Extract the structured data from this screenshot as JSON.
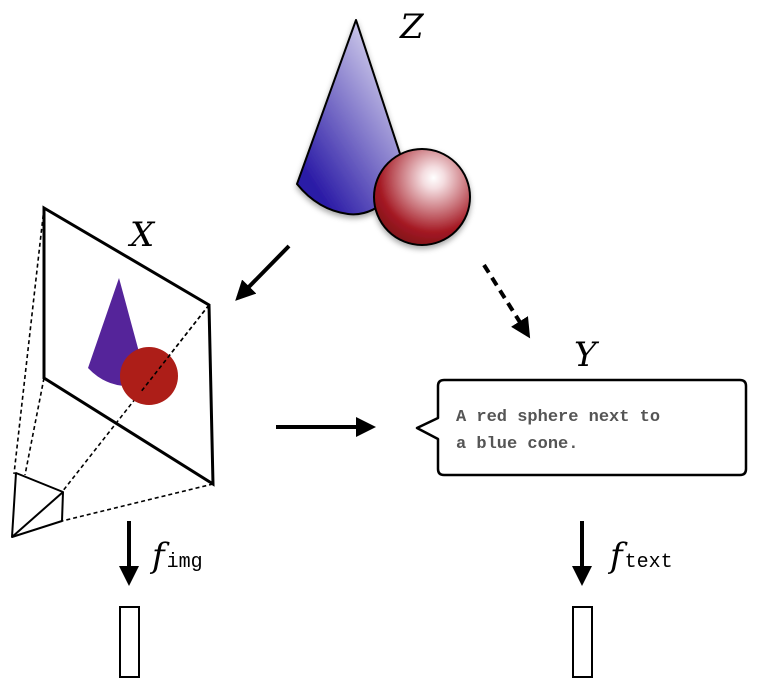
{
  "labels": {
    "scene": "Z",
    "image": "X",
    "text": "Y",
    "f_symbol": "f",
    "f_img_sub": "img",
    "f_text_sub": "text"
  },
  "caption": {
    "line1": "A red sphere next to",
    "line2": "a blue cone."
  },
  "colors": {
    "cone_light": "#e6e4f4",
    "cone_dark": "#2a1aa6",
    "sphere_light": "#f4dde0",
    "sphere_dark": "#a51a24",
    "image_cone": "#55249a",
    "image_sphere": "#ad1e18",
    "caption_text": "#555555",
    "stroke": "#000000"
  }
}
